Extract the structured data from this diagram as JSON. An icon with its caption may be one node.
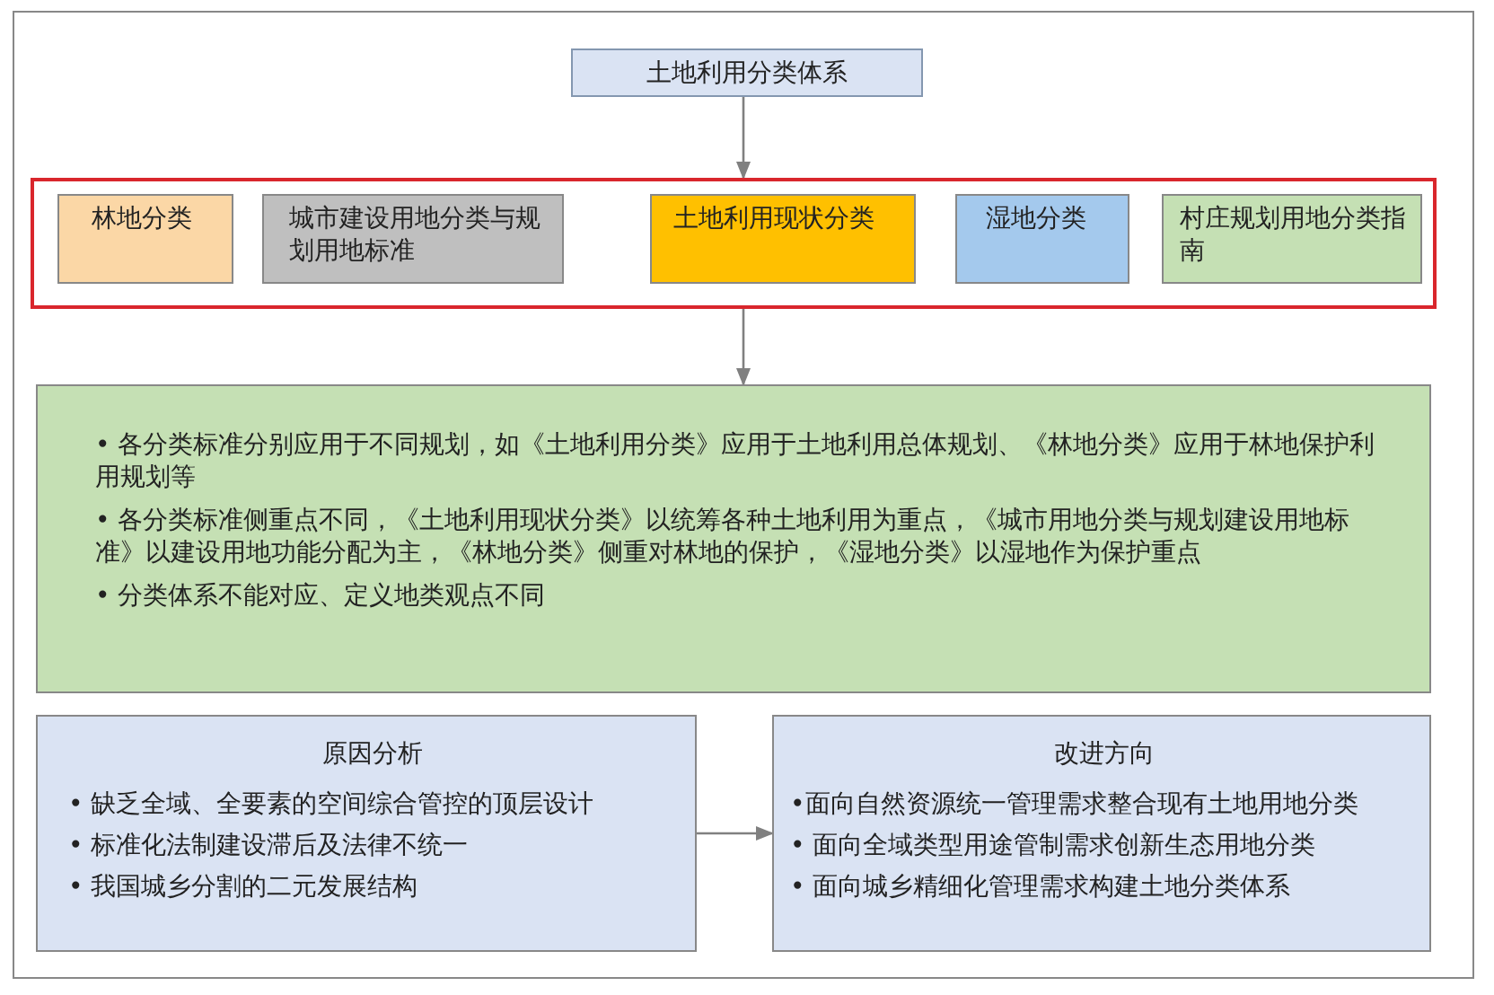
{
  "diagram": {
    "nodes": [
      {
        "text": [
          "土地利用分类体系"
        ]
      },
      {
        "text": [],
        "shape": "box"
      },
      {
        "text": [
          "林地分类"
        ],
        "in": 1
      },
      {
        "text": [
          "城市建设用地分类与规划用地标准"
        ],
        "in": 1
      },
      {
        "text": [
          "土地利用现状分类"
        ],
        "in": 1
      },
      {
        "text": [
          "湿地分类"
        ],
        "in": 1
      },
      {
        "text": [
          "村庄规划用地分类指南"
        ],
        "in": 1
      },
      {
        "text": [
          "• 各分类标准分别应用于不同规划，如《土地利用分类》应用于土地利用总体规划、《林地分类》应用于林地保护利用规划等",
          "• 各分类标准侧重点不同，《土地利用现状分类》以统筹各种土地利用为重点，《城市用地分类与规划建设用地标准》以建设用地功能分配为主，《林地分类》侧重对林地的保护，《湿地分类》以湿地作为保护重点",
          "• 分类体系不能对应、定义地类观点不同"
        ]
      },
      {
        "text": [
          "原因分析",
          "• 缺乏全域、全要素的空间综合管控的顶层设计",
          "• 标准化法制建设滞后及法律不统一",
          "• 我国城乡分割的二元发展结构"
        ]
      },
      {
        "text": [
          "改进方向",
          "•面向自然资源统一管理需求整合现有土地用地分类",
          "• 面向全域类型用途管制需求创新生态用地分类",
          "• 面向城乡精细化管理需求构建土地分类体系"
        ]
      }
    ],
    "edges": [
      {
        "from": 0,
        "to": 1,
        "arrow": "to"
      },
      {
        "from": 1,
        "to": 7,
        "arrow": "to"
      },
      {
        "from": 8,
        "to": 9,
        "arrow": "to"
      }
    ]
  }
}
